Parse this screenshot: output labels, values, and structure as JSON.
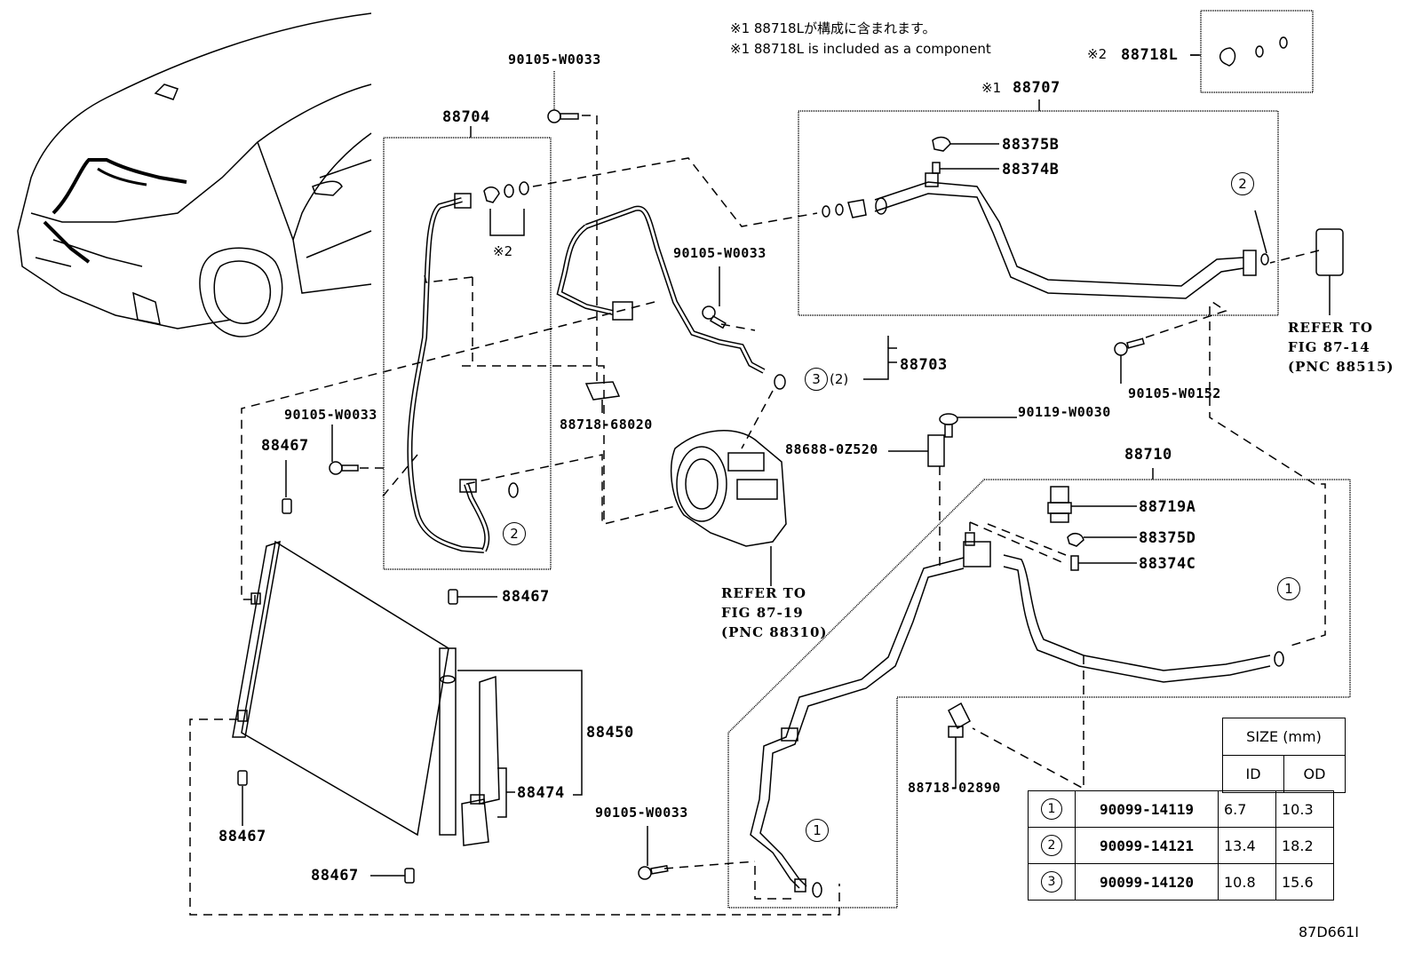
{
  "notes": {
    "note1_jp": "※1 88718Lが構成に含まれます。",
    "note1_en": "※1 88718L is included as a component"
  },
  "parts": {
    "p88718L": "88718L",
    "p88718L_mark": "※2",
    "p88707": "88707",
    "p88707_mark": "※1",
    "p88704": "88704",
    "p88704_mark": "※2",
    "p88375B": "88375B",
    "p88374B": "88374B",
    "p90105_W0033_top": "90105-W0033",
    "p90105_W0033_mid": "90105-W0033",
    "p90105_W0033_left": "90105-W0033",
    "p90105_W0033_bottom": "90105-W0033",
    "p90105_W0152": "90105-W0152",
    "p88703": "88703",
    "p88703_qty": "(2)",
    "p88718_68020": "88718-68020",
    "p88467_a": "88467",
    "p88467_b": "88467",
    "p88467_c": "88467",
    "p88467_d": "88467",
    "p90119_W0030": "90119-W0030",
    "p88688_0Z520": "88688-0Z520",
    "p88710": "88710",
    "p88719A": "88719A",
    "p88375D": "88375D",
    "p88374C": "88374C",
    "p88450": "88450",
    "p88474": "88474",
    "p88718_02890": "88718-02890"
  },
  "refers": {
    "expansion_valve": "REFER TO\nFIG 87-14\n(PNC 88515)",
    "compressor": "REFER TO\nFIG 87-19\n(PNC 88310)"
  },
  "callouts": {
    "c1": "1",
    "c2": "2",
    "c3": "3"
  },
  "size_table": {
    "header": "SIZE (mm)",
    "col_id": "ID",
    "col_od": "OD",
    "rows": [
      {
        "index": "1",
        "part_number": "90099-14119",
        "id": "6.7",
        "od": "10.3"
      },
      {
        "index": "2",
        "part_number": "90099-14121",
        "id": "13.4",
        "od": "18.2"
      },
      {
        "index": "3",
        "part_number": "90099-14120",
        "id": "10.8",
        "od": "15.6"
      }
    ]
  },
  "figure_id": "87D661I"
}
